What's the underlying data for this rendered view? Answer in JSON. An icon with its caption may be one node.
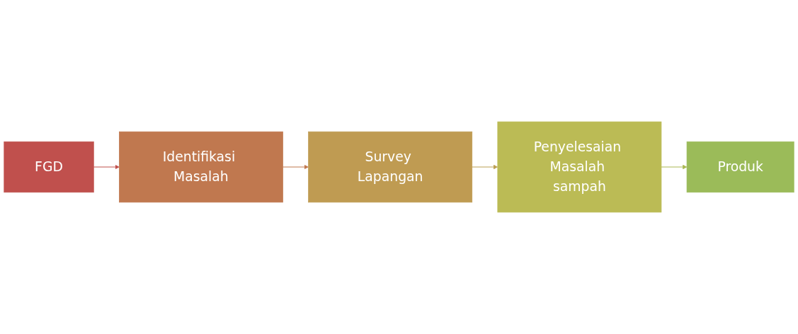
{
  "diagram": {
    "nodes": [
      {
        "text": [
          "FGD"
        ]
      },
      {
        "text": [
          "Identifikasi Masalah"
        ]
      },
      {
        "text": [
          "Survey Lapangan"
        ]
      },
      {
        "text": [
          "Penyelesaian Masalah sampah"
        ]
      },
      {
        "text": [
          "Produk"
        ]
      }
    ],
    "edges": [
      {
        "from": 0,
        "to": 1,
        "arrow": "to",
        "color": "#c0504d"
      },
      {
        "from": 1,
        "to": 2,
        "arrow": "to",
        "color": "#c0784f"
      },
      {
        "from": 2,
        "to": 3,
        "arrow": "to",
        "color": "#bba052"
      },
      {
        "from": 3,
        "to": 4,
        "arrow": "to",
        "color": "#a9b852"
      }
    ]
  }
}
